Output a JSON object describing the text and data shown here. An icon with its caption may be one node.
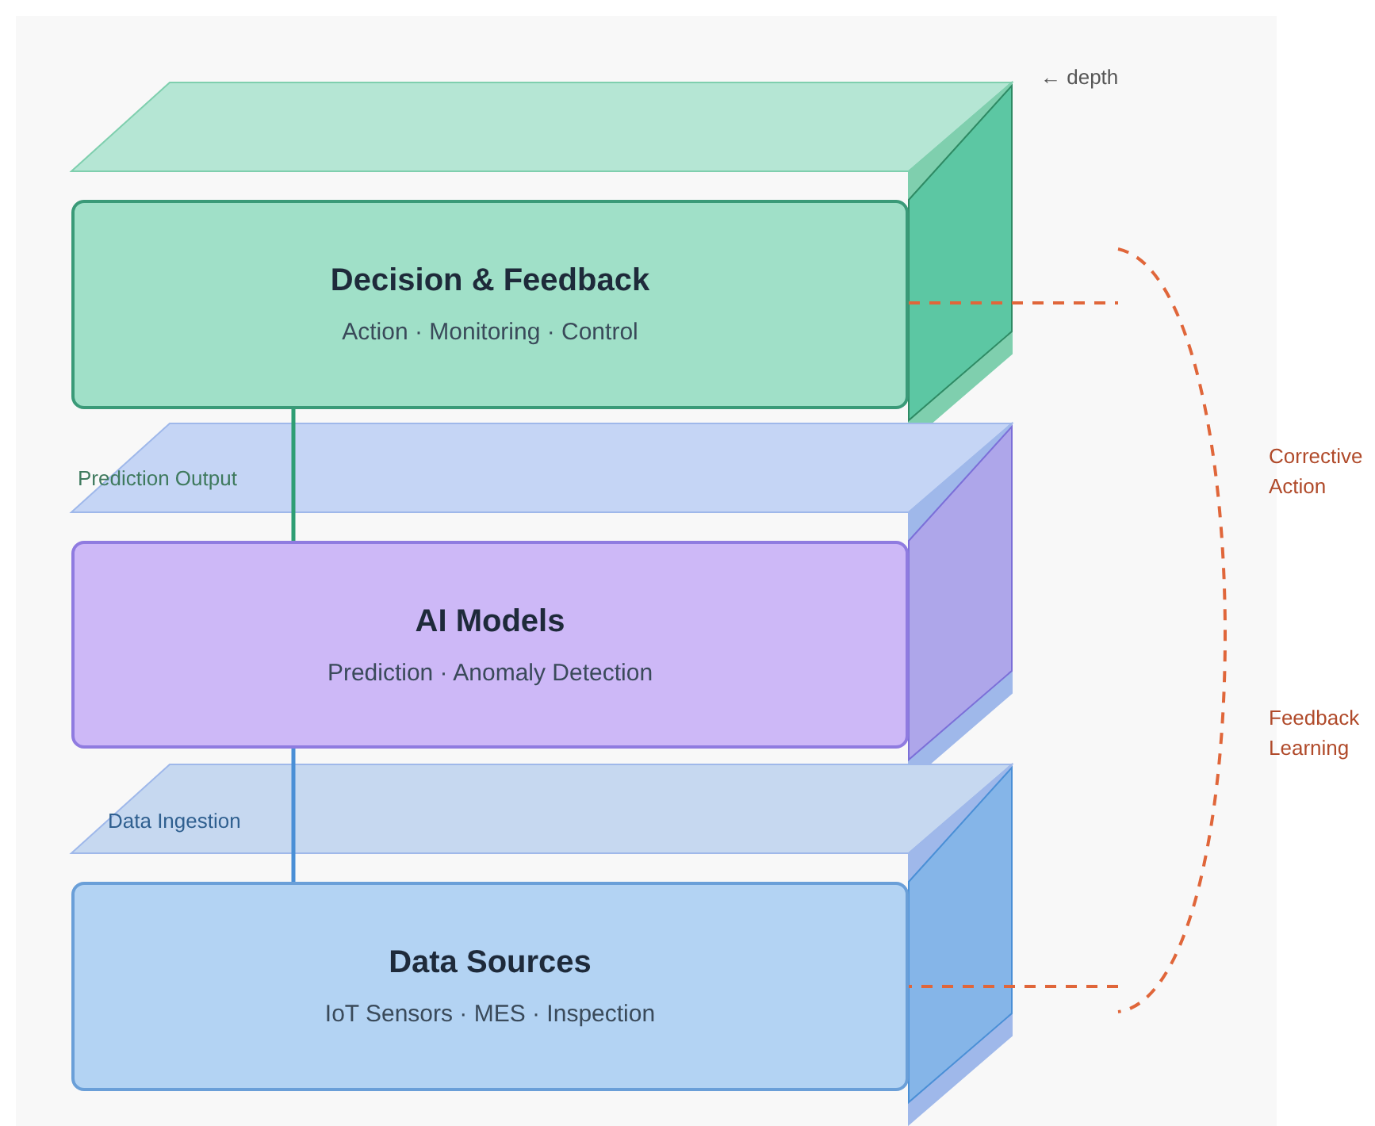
{
  "diagram": {
    "nodes": [
      {
        "text": [
          "Decision & Feedback",
          "Action · Monitoring · Control"
        ]
      },
      {
        "text": [
          "AI Models",
          "Prediction · Anomaly Detection"
        ]
      },
      {
        "text": [
          "Data Sources",
          "IoT Sensors · MES · Inspection"
        ]
      }
    ],
    "edges": [
      {
        "from": 1,
        "to": 0,
        "arrow": "none",
        "label": "Prediction Output",
        "color": "#2e9e74"
      },
      {
        "from": 2,
        "to": 1,
        "arrow": "none",
        "label": "Data Ingestion",
        "color": "#4a8fd6"
      },
      {
        "from": 0,
        "to": 2,
        "arrow": "none",
        "style": "dashed",
        "color": "#e0663a"
      }
    ],
    "labels": [
      "← depth",
      "Corrective Action",
      "Feedback Learning"
    ]
  }
}
